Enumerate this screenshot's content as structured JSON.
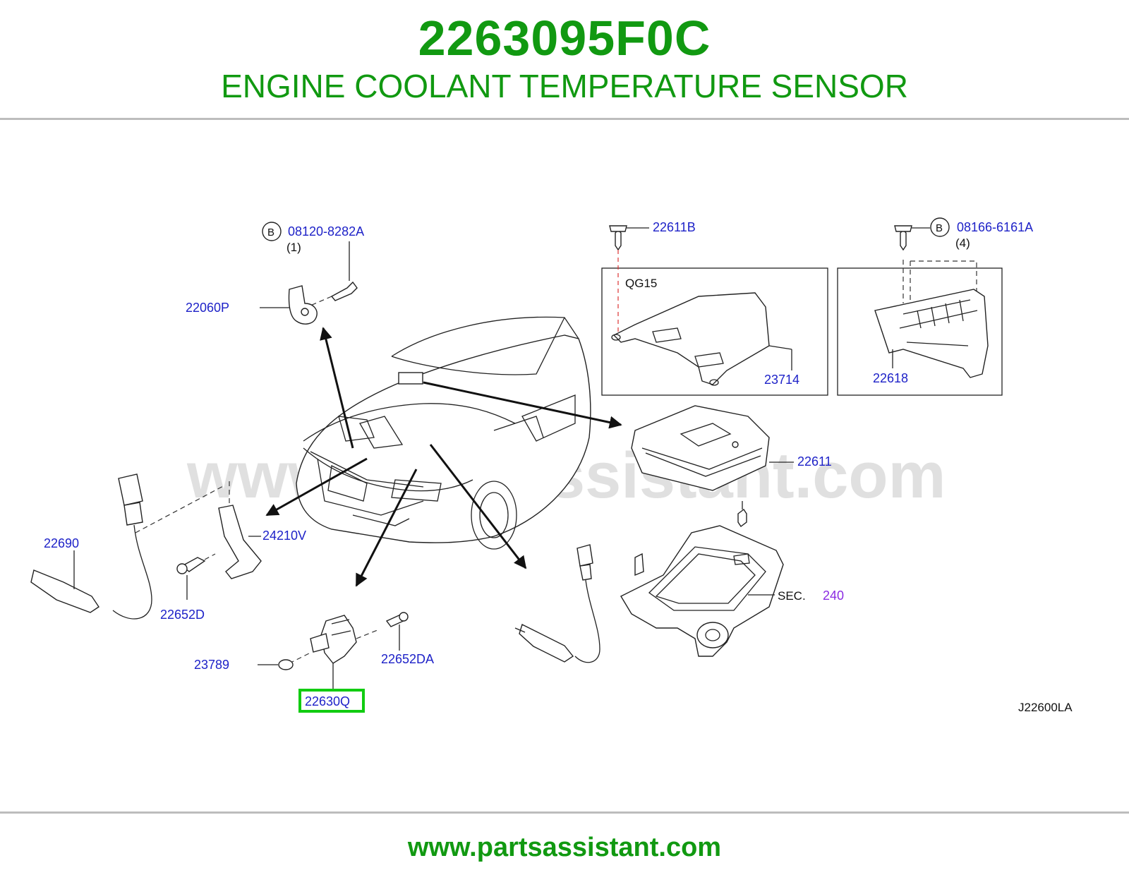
{
  "header": {
    "part_number": "2263095F0C",
    "description": "ENGINE COOLANT TEMPERATURE SENSOR"
  },
  "diagram": {
    "code": "J22600LA",
    "watermark": "www.partsassistant.com",
    "labels": {
      "p08120": "08120-8282A",
      "p08120_qty": "(1)",
      "p08166": "08166-6161A",
      "p08166_qty": "(4)",
      "bolt_marker": "B",
      "p22611B": "22611B",
      "qg15": "QG15",
      "p23714": "23714",
      "p22618": "22618",
      "p22060P": "22060P",
      "p22611": "22611",
      "p22690": "22690",
      "p24210V": "24210V",
      "p22652D": "22652D",
      "p23789": "23789",
      "p22652DA": "22652DA",
      "p22630Q": "22630Q",
      "sec": "SEC.",
      "sec_num": "240"
    },
    "highlight_color": "#11cc11"
  },
  "footer": {
    "url": "www.partsassistant.com"
  }
}
